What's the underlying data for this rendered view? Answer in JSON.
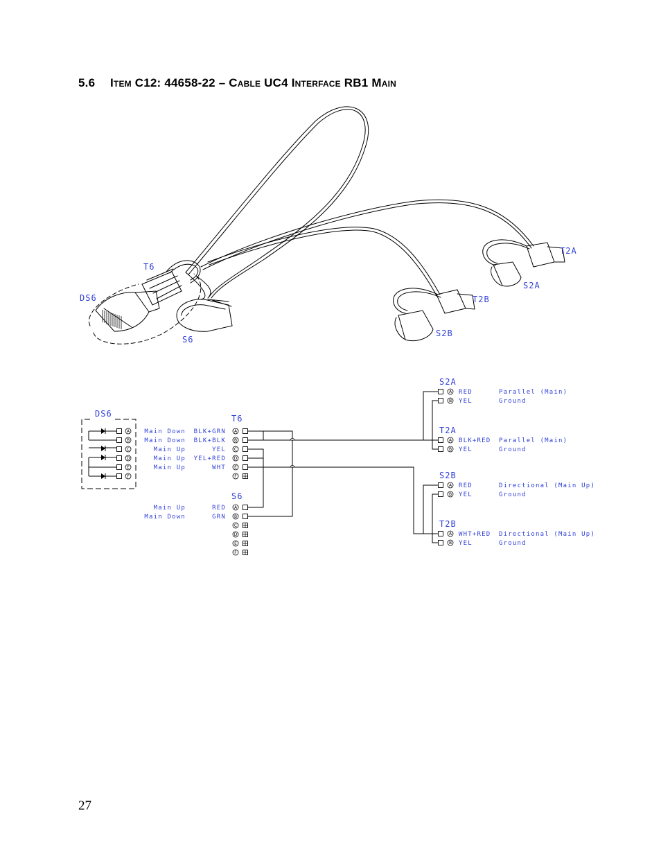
{
  "section": {
    "number": "5.6",
    "title": "Item C12: 44658-22 – Cable UC4 Interface RB1 Main"
  },
  "page_number": "27",
  "illustration": {
    "labels": {
      "t6": "T6",
      "ds6": "DS6",
      "s6": "S6",
      "t2a": "T2A",
      "s2a": "S2A",
      "t2b": "T2B",
      "s2b": "S2B"
    }
  },
  "schematic": {
    "ds6_title": "DS6",
    "t6_title": "T6",
    "s6_title": "S6",
    "t6_rows": [
      {
        "pin": "A",
        "function": "Main Down",
        "wire": "BLK+GRN"
      },
      {
        "pin": "B",
        "function": "Main Down",
        "wire": "BLK+BLK"
      },
      {
        "pin": "C",
        "function": "Main Up",
        "wire": "YEL"
      },
      {
        "pin": "D",
        "function": "Main Up",
        "wire": "YEL+RED"
      },
      {
        "pin": "E",
        "function": "Main Up",
        "wire": "WHT"
      },
      {
        "pin": "F",
        "function": "",
        "wire": ""
      }
    ],
    "s6_rows": [
      {
        "pin": "A",
        "function": "Main Up",
        "wire": "RED"
      },
      {
        "pin": "B",
        "function": "Main Down",
        "wire": "GRN"
      },
      {
        "pin": "C",
        "function": "",
        "wire": ""
      },
      {
        "pin": "D",
        "function": "",
        "wire": ""
      },
      {
        "pin": "E",
        "function": "",
        "wire": ""
      },
      {
        "pin": "F",
        "function": "",
        "wire": ""
      }
    ],
    "right_groups": [
      {
        "title": "S2A",
        "rows": [
          {
            "pin": "A",
            "wire": "RED",
            "function": "Parallel (Main)"
          },
          {
            "pin": "B",
            "wire": "YEL",
            "function": "Ground"
          }
        ]
      },
      {
        "title": "T2A",
        "rows": [
          {
            "pin": "A",
            "wire": "BLK+RED",
            "function": "Parallel (Main)"
          },
          {
            "pin": "B",
            "wire": "YEL",
            "function": "Ground"
          }
        ]
      },
      {
        "title": "S2B",
        "rows": [
          {
            "pin": "A",
            "wire": "RED",
            "function": "Directional (Main Up)"
          },
          {
            "pin": "B",
            "wire": "YEL",
            "function": "Ground"
          }
        ]
      },
      {
        "title": "T2B",
        "rows": [
          {
            "pin": "A",
            "wire": "WHT+RED",
            "function": "Directional (Main Up)"
          },
          {
            "pin": "B",
            "wire": "YEL",
            "function": "Ground"
          }
        ]
      }
    ]
  },
  "colors": {
    "label_blue": "#2f3fd8",
    "line": "#000000"
  }
}
